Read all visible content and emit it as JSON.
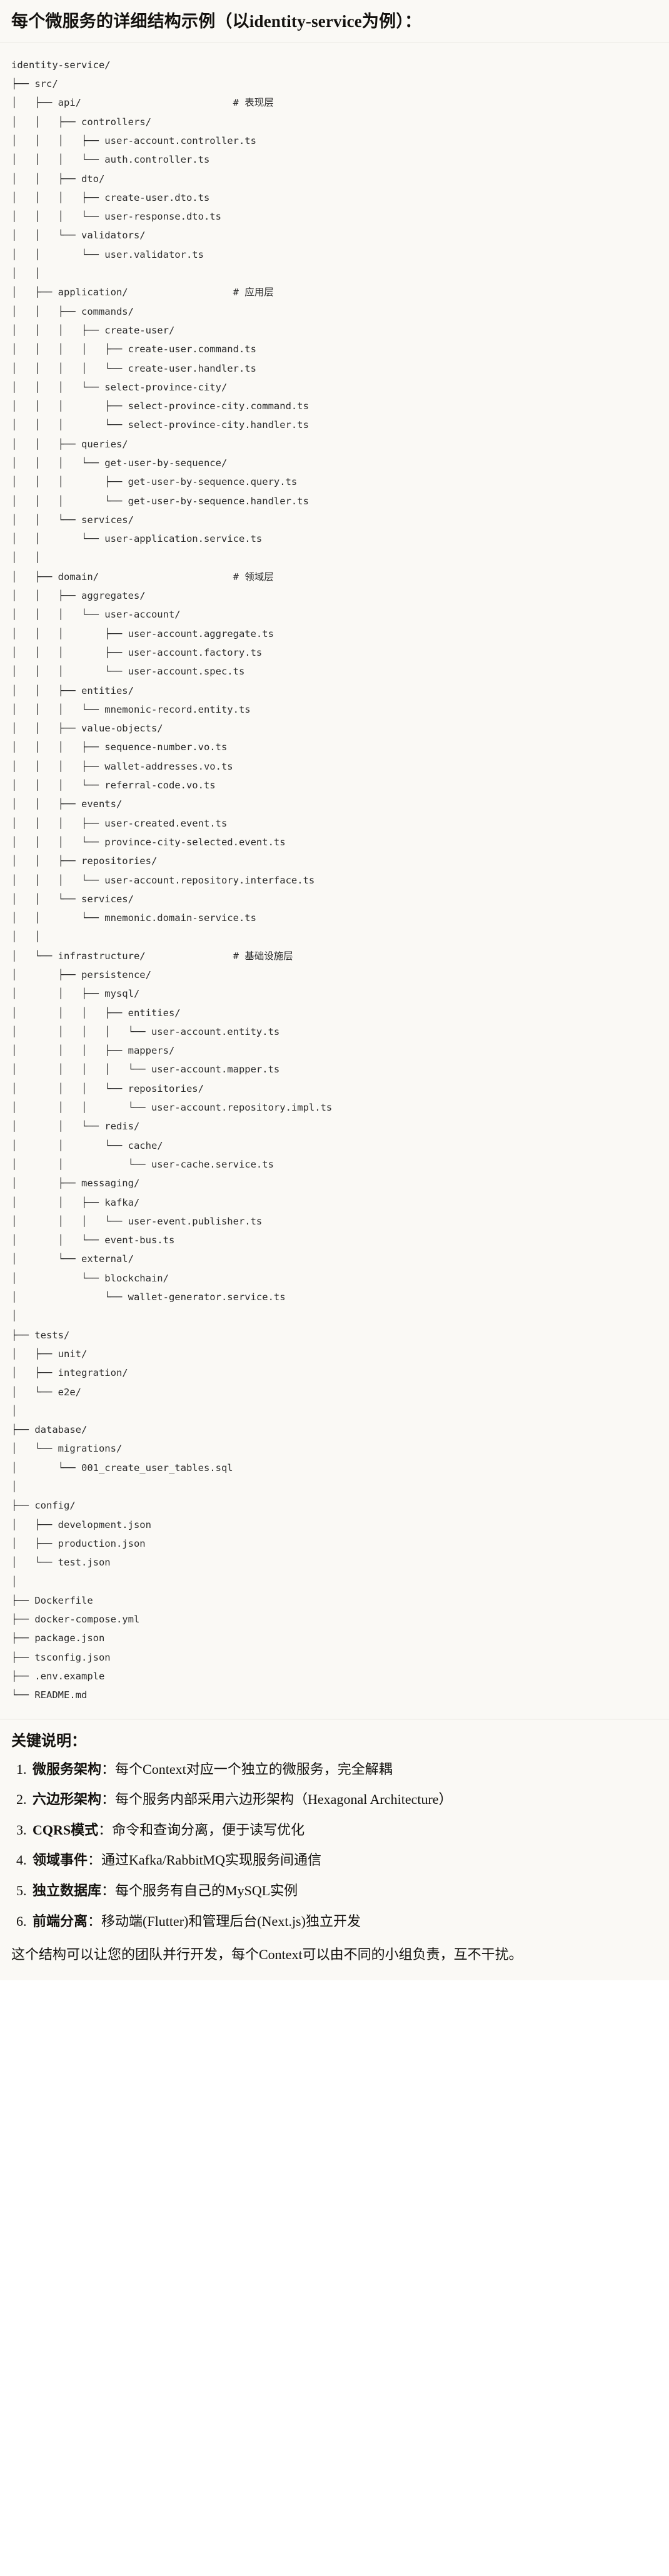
{
  "header": {
    "title": "每个微服务的详细结构示例（以identity-service为例）："
  },
  "tree": {
    "root_label": "identity-service/",
    "lines": [
      "identity-service/",
      "├── src/",
      "│   ├── api/                          # 表现层",
      "│   │   ├── controllers/",
      "│   │   │   ├── user-account.controller.ts",
      "│   │   │   └── auth.controller.ts",
      "│   │   ├── dto/",
      "│   │   │   ├── create-user.dto.ts",
      "│   │   │   └── user-response.dto.ts",
      "│   │   └── validators/",
      "│   │       └── user.validator.ts",
      "│   │",
      "│   ├── application/                  # 应用层",
      "│   │   ├── commands/",
      "│   │   │   ├── create-user/",
      "│   │   │   │   ├── create-user.command.ts",
      "│   │   │   │   └── create-user.handler.ts",
      "│   │   │   └── select-province-city/",
      "│   │   │       ├── select-province-city.command.ts",
      "│   │   │       └── select-province-city.handler.ts",
      "│   │   ├── queries/",
      "│   │   │   └── get-user-by-sequence/",
      "│   │   │       ├── get-user-by-sequence.query.ts",
      "│   │   │       └── get-user-by-sequence.handler.ts",
      "│   │   └── services/",
      "│   │       └── user-application.service.ts",
      "│   │",
      "│   ├── domain/                       # 领域层",
      "│   │   ├── aggregates/",
      "│   │   │   └── user-account/",
      "│   │   │       ├── user-account.aggregate.ts",
      "│   │   │       ├── user-account.factory.ts",
      "│   │   │       └── user-account.spec.ts",
      "│   │   ├── entities/",
      "│   │   │   └── mnemonic-record.entity.ts",
      "│   │   ├── value-objects/",
      "│   │   │   ├── sequence-number.vo.ts",
      "│   │   │   ├── wallet-addresses.vo.ts",
      "│   │   │   └── referral-code.vo.ts",
      "│   │   ├── events/",
      "│   │   │   ├── user-created.event.ts",
      "│   │   │   └── province-city-selected.event.ts",
      "│   │   ├── repositories/",
      "│   │   │   └── user-account.repository.interface.ts",
      "│   │   └── services/",
      "│   │       └── mnemonic.domain-service.ts",
      "│   │",
      "│   └── infrastructure/               # 基础设施层",
      "│       ├── persistence/",
      "│       │   ├── mysql/",
      "│       │   │   ├── entities/",
      "│       │   │   │   └── user-account.entity.ts",
      "│       │   │   ├── mappers/",
      "│       │   │   │   └── user-account.mapper.ts",
      "│       │   │   └── repositories/",
      "│       │   │       └── user-account.repository.impl.ts",
      "│       │   └── redis/",
      "│       │       └── cache/",
      "│       │           └── user-cache.service.ts",
      "│       ├── messaging/",
      "│       │   ├── kafka/",
      "│       │   │   └── user-event.publisher.ts",
      "│       │   └── event-bus.ts",
      "│       └── external/",
      "│           └── blockchain/",
      "│               └── wallet-generator.service.ts",
      "│",
      "├── tests/",
      "│   ├── unit/",
      "│   ├── integration/",
      "│   └── e2e/",
      "│",
      "├── database/",
      "│   └── migrations/",
      "│       └── 001_create_user_tables.sql",
      "│",
      "├── config/",
      "│   ├── development.json",
      "│   ├── production.json",
      "│   └── test.json",
      "│",
      "├── Dockerfile",
      "├── docker-compose.yml",
      "├── package.json",
      "├── tsconfig.json",
      "├── .env.example",
      "└── README.md"
    ],
    "layer_comments": [
      {
        "path": "api/",
        "comment": "# 表现层"
      },
      {
        "path": "application/",
        "comment": "# 应用层"
      },
      {
        "path": "domain/",
        "comment": "# 领域层"
      },
      {
        "path": "infrastructure/",
        "comment": "# 基础设施层"
      }
    ]
  },
  "notes": {
    "title": "关键说明：",
    "items": [
      {
        "term": "微服务架构",
        "sep": "：",
        "desc": "每个Context对应一个独立的微服务，完全解耦"
      },
      {
        "term": "六边形架构",
        "sep": "：",
        "desc": "每个服务内部采用六边形架构（Hexagonal Architecture）"
      },
      {
        "term": "CQRS模式",
        "sep": "：",
        "desc": "命令和查询分离，便于读写优化"
      },
      {
        "term": "领域事件",
        "sep": "：",
        "desc": "通过Kafka/RabbitMQ实现服务间通信"
      },
      {
        "term": "独立数据库",
        "sep": "：",
        "desc": "每个服务有自己的MySQL实例"
      },
      {
        "term": "前端分离",
        "sep": "：",
        "desc": "移动端(Flutter)和管理后台(Next.js)独立开发"
      }
    ],
    "closing": "这个结构可以让您的团队并行开发，每个Context可以由不同的小组负责，互不干扰。"
  },
  "colors": {
    "page_background": "#ffffff",
    "block_background": "#faf9f5",
    "divider": "#e8e6df",
    "body_text": "#13110e",
    "code_text": "#2b2b2b"
  }
}
